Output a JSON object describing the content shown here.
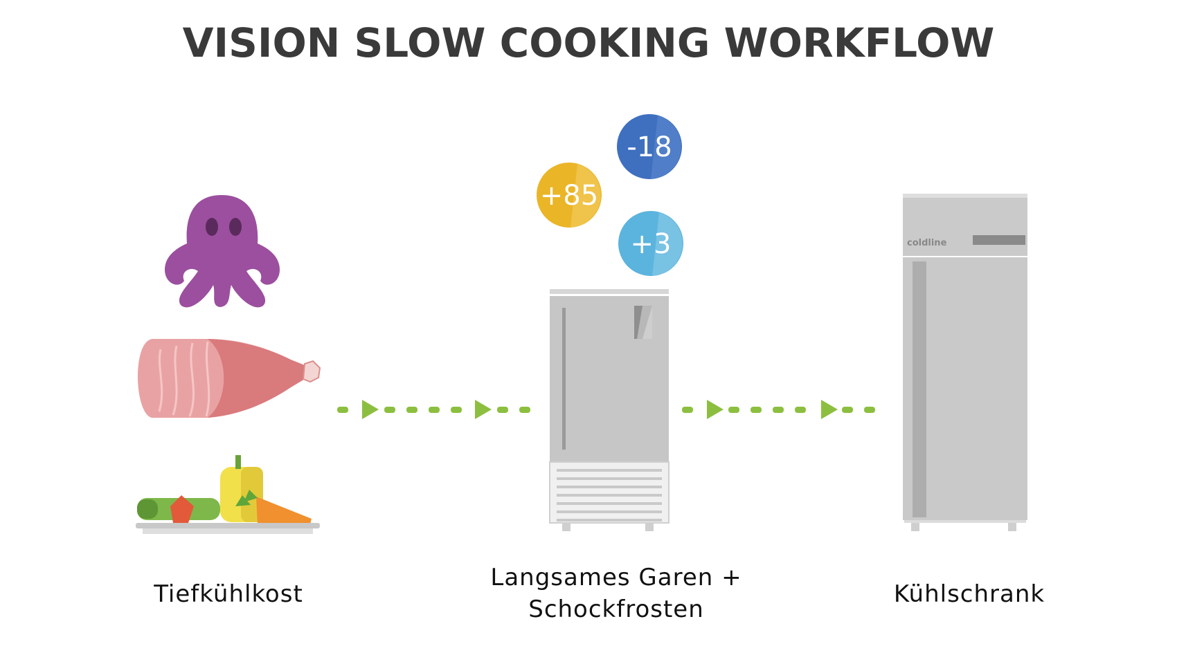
{
  "title": "VISION SLOW COOKING WORKFLOW",
  "steps": [
    {
      "label": "Tiefkühlkost"
    },
    {
      "label_line1": "Langsames Garen +",
      "label_line2": "Schockfrosten"
    },
    {
      "label": "Kühlschrank"
    }
  ],
  "bubbles": [
    {
      "text": "-18",
      "color": "#3f6fbf"
    },
    {
      "text": "+85",
      "color": "#eab527"
    },
    {
      "text": "+3",
      "color": "#5bb4dd"
    }
  ],
  "fridge_brand": "coldline",
  "icons": {
    "food_group": [
      "octopus-icon",
      "ham-icon",
      "vegetables-tray-icon"
    ],
    "blast_chiller": "blast-chiller-icon",
    "refrigerator": "refrigerator-icon",
    "arrow": "dashed-arrow-icon"
  },
  "colors": {
    "arrow": "#8cbf3f",
    "appliance": "#c8c8c8",
    "octopus": "#9b4f9e",
    "ham": "#e8a0a0"
  }
}
